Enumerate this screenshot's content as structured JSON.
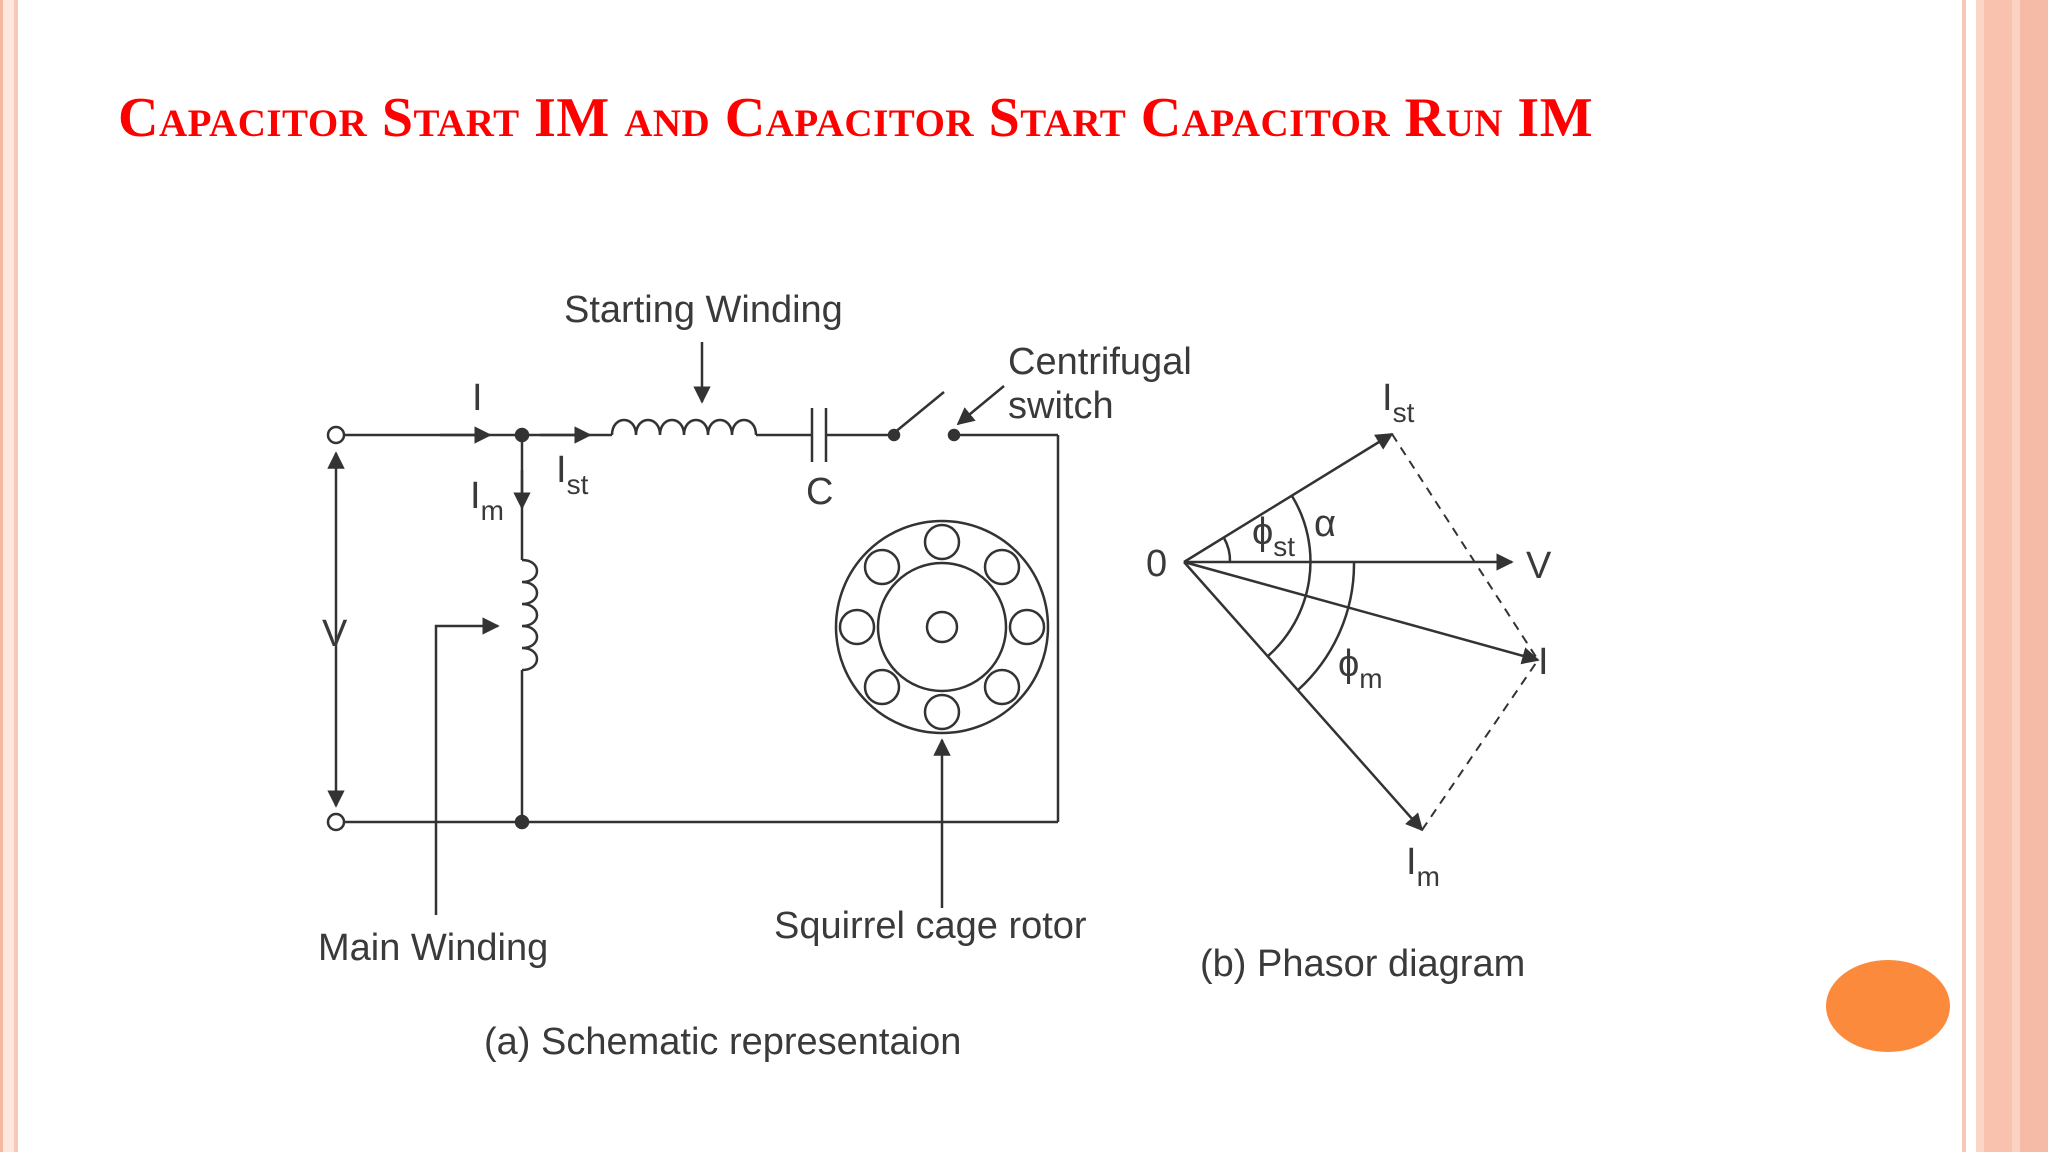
{
  "slide": {
    "title": "Capacitor Start IM and Capacitor Start Capacitor Run IM",
    "accent_color": "#ff0000",
    "border_color": "#f4b7a0",
    "dot_color": "#fb8a3c"
  },
  "schematic": {
    "starting_winding": "Starting Winding",
    "centrifugal_switch_line1": "Centrifugal",
    "centrifugal_switch_line2": "switch",
    "current_I": "I",
    "current_Ist_main": "I",
    "current_Ist_sub": "st",
    "current_Im_main": "I",
    "current_Im_sub": "m",
    "capacitor": "C",
    "voltage": "V",
    "main_winding": "Main Winding",
    "rotor": "Squirrel cage rotor",
    "caption": "(a) Schematic representaion"
  },
  "phasor": {
    "origin": "0",
    "V": "V",
    "I": "I",
    "Ist_main": "I",
    "Ist_sub": "st",
    "Im_main": "I",
    "Im_sub": "m",
    "phi_st_main": "ϕ",
    "phi_st_sub": "st",
    "alpha": "α",
    "phi_m_main": "ϕ",
    "phi_m_sub": "m",
    "caption": "(b) Phasor diagram"
  }
}
